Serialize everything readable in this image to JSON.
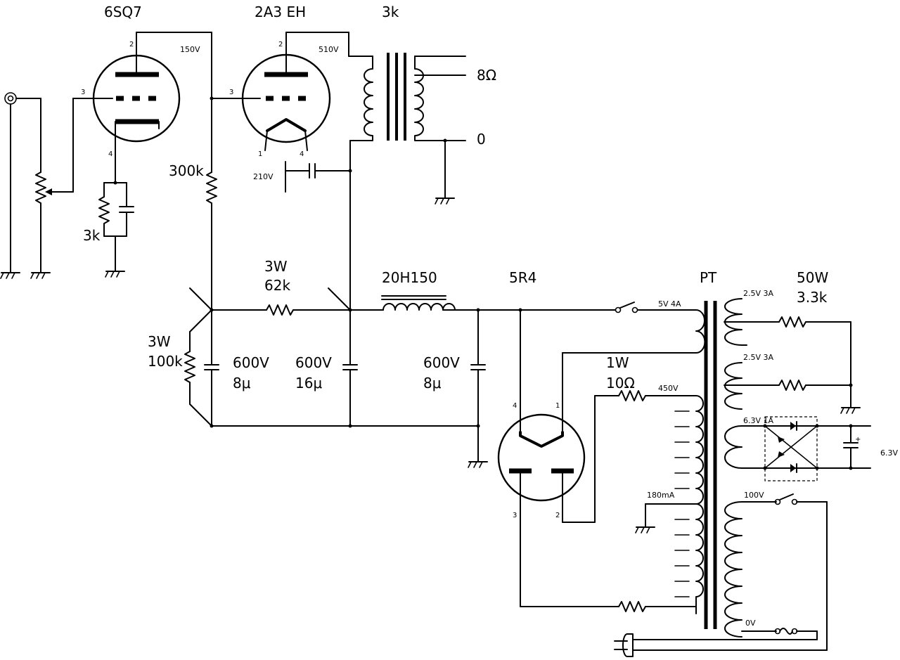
{
  "tubes": {
    "driver": "6SQ7",
    "output": "2A3 EH",
    "rectifier": "5R4"
  },
  "output_transformer": {
    "impedance": "3k",
    "tap_8": "8Ω",
    "tap_0": "0"
  },
  "voltages": {
    "driver_plate": "150V",
    "output_plate": "510V",
    "output_grid_bias": "210V"
  },
  "components": {
    "grid_resistor": "300k",
    "cathode_resistor": "3k",
    "bleeder_power": "3W",
    "bleeder_value": "100k",
    "dropper_power": "3W",
    "dropper_value": "62k",
    "choke": "20H150",
    "cap1_voltage": "600V",
    "cap1_value": "8μ",
    "cap2_voltage": "600V",
    "cap2_value": "16μ",
    "cap3_voltage": "600V",
    "cap3_value": "8μ",
    "rect_res_power": "1W",
    "rect_res_value": "10Ω",
    "heater_res_power": "50W",
    "heater_res_value": "3.3k"
  },
  "power_transformer": {
    "name": "PT",
    "w_5v": "5V 4A",
    "w_450v": "450V",
    "w_180ma": "180mA",
    "w_25v_a": "2.5V 3A",
    "w_25v_b": "2.5V 3A",
    "w_63v": "6.3V 1A",
    "w_100v": "100V",
    "w_0v": "0V",
    "dc_out": "6.3V"
  },
  "pins": {
    "d_plate": "2",
    "d_grid": "3",
    "d_cathode": "4",
    "o_plate": "2",
    "o_grid": "3",
    "o_fil1": "1",
    "o_fil2": "4",
    "r_4": "4",
    "r_1": "1",
    "r_3": "3",
    "r_2": "2"
  }
}
